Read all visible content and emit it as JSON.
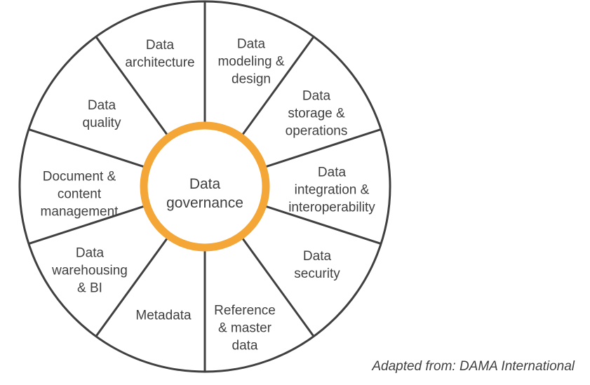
{
  "center": {
    "label": "Data\ngovernance",
    "ring_color": "#F4A637"
  },
  "segments": [
    {
      "label": "Data\nmodeling &\ndesign"
    },
    {
      "label": "Data\nstorage &\noperations"
    },
    {
      "label": "Data\nintegration &\ninteroperability"
    },
    {
      "label": "Data\nsecurity"
    },
    {
      "label": "Reference\n& master\ndata"
    },
    {
      "label": "Metadata"
    },
    {
      "label": "Data\nwarehousing\n& BI"
    },
    {
      "label": "Document &\ncontent\nmanagement"
    },
    {
      "label": "Data\nquality"
    },
    {
      "label": "Data\narchitecture"
    }
  ],
  "credit": "Adapted from: DAMA International",
  "colors": {
    "outline": "#404040",
    "text": "#404040",
    "ring": "#F4A637"
  }
}
